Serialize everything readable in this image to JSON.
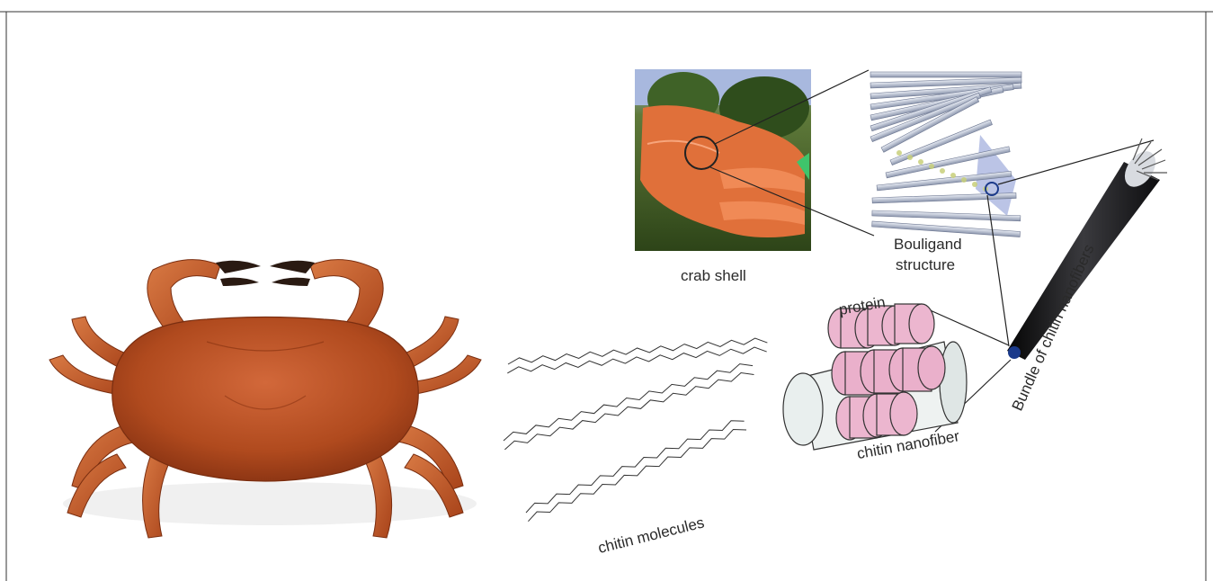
{
  "labels": {
    "crab_shell": "crab shell",
    "bouligand_line1": "Bouligand",
    "bouligand_line2": "structure",
    "protein": "protein",
    "chitin_nanofiber": "chitin nanofiber",
    "bundle": "Bundle of chitin nanofibers",
    "chitin_molecules": "chitin molecules"
  },
  "colors": {
    "crab_body": "#b84a1f",
    "crab_leg": "#c45c2a",
    "claw_tip": "#2a1a12",
    "foliage": "#3b5a22",
    "sky": "#a4b7dc",
    "protein": "#ecb6cf",
    "fiber_ends": "#e9efee",
    "bundle": "#1d1d1f",
    "rods": "#b6bfd2",
    "highlight": "#1b3a8a"
  }
}
